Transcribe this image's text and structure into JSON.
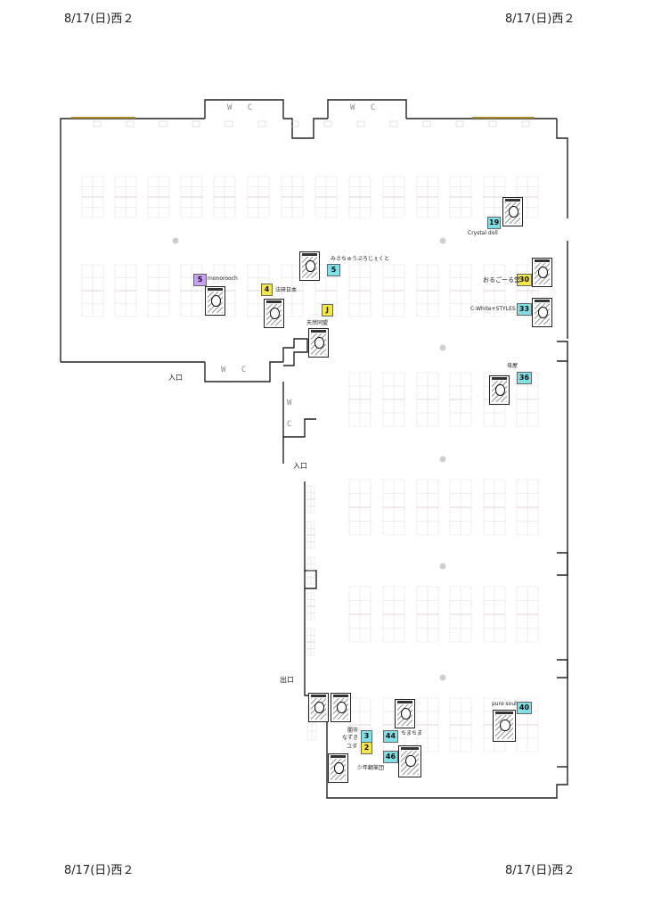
{
  "header": {
    "top_left": "8/17(日)西２",
    "top_right": "8/17(日)西２",
    "bottom_left": "8/17(日)西２",
    "bottom_right": "8/17(日)西２"
  },
  "map": {
    "wc_label": "W C",
    "entrance_label_1": "入口",
    "entrance_label_2": "入口",
    "exit_label": "出口"
  },
  "circles": [
    {
      "id": "c19",
      "number": "19",
      "name": "Crystal doll",
      "color": "#7fe0e6"
    },
    {
      "id": "c5a",
      "number": "5",
      "name": "みさちゅうぷろじぇくと",
      "color": "#7fe0e6"
    },
    {
      "id": "c5b",
      "number": "5",
      "name": "monorooch",
      "color": "#c9a0f0"
    },
    {
      "id": "c4",
      "number": "4",
      "name": "法研日本",
      "color": "#f4e64a"
    },
    {
      "id": "cJ",
      "number": "J",
      "name": "天然同盟",
      "color": "#f4e64a"
    },
    {
      "id": "c30",
      "number": "30",
      "name": "おるごーる堂",
      "color": "#f4e64a"
    },
    {
      "id": "c33",
      "number": "33",
      "name": "C-White+STYLES",
      "color": "#7fe0e6"
    },
    {
      "id": "c36",
      "number": "36",
      "name": "母屋",
      "color": "#7fe0e6"
    },
    {
      "id": "c40",
      "number": "40",
      "name": "pure soul",
      "color": "#7fe0e6"
    },
    {
      "id": "c3",
      "number": "3",
      "name": "闇市",
      "color": "#7fe0e6"
    },
    {
      "id": "c2",
      "number": "2",
      "name": "ユダ",
      "color": "#f4e64a"
    },
    {
      "id": "c44",
      "number": "44",
      "name": "ちまちま",
      "color": "#7fe0e6"
    },
    {
      "id": "c46",
      "number": "46",
      "name": "少年翻革団",
      "color": "#7fe0e6"
    }
  ],
  "extra_labels": {
    "nazuki": "なずき"
  }
}
